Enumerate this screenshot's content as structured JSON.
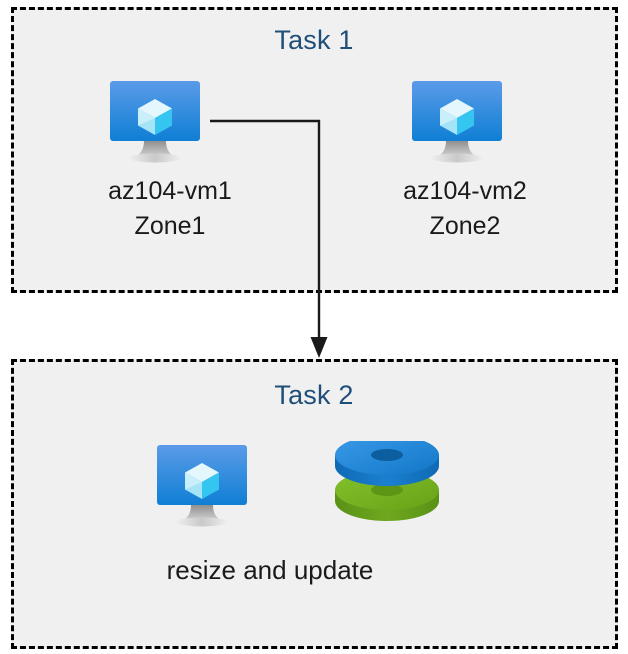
{
  "diagram": {
    "type": "azure-task-flow-diagram",
    "background_color": "#ffffff",
    "groups": [
      {
        "id": "task1",
        "title": "Task 1",
        "fill_color": "#f0f0f0",
        "border_color": "#000000",
        "border_style": "dashed",
        "title_color": "#1f4e79"
      },
      {
        "id": "task2",
        "title": "Task 2",
        "fill_color": "#f0f0f0",
        "border_color": "#000000",
        "border_style": "dashed",
        "title_color": "#1f4e79"
      }
    ],
    "nodes": [
      {
        "id": "vm1",
        "icon": "azure-virtual-machine-icon",
        "name": "az104-vm1",
        "zone": "Zone1",
        "label": "az104-vm1\nZone1",
        "group": "task1"
      },
      {
        "id": "vm2",
        "icon": "azure-virtual-machine-icon",
        "name": "az104-vm2",
        "zone": "Zone2",
        "label": "az104-vm2\nZone2",
        "group": "task1"
      },
      {
        "id": "vm3",
        "icon": "azure-virtual-machine-icon",
        "label": "",
        "group": "task2"
      },
      {
        "id": "disks",
        "icon": "azure-managed-disks-icon",
        "label": "",
        "group": "task2",
        "colors": {
          "top_disk": "#1e88d8",
          "bottom_disk": "#76b82a"
        }
      }
    ],
    "captions": {
      "task2_action": "resize and update"
    },
    "connectors": [
      {
        "id": "vm1-to-task2",
        "from": "vm1",
        "to": "task2",
        "color": "#1a1a1a",
        "arrow": "end"
      }
    ]
  },
  "colors": {
    "title_blue": "#1f4e79",
    "text_black": "#1a1a1a",
    "panel_gray": "#f0f0f0",
    "vm_blue_light": "#5b9be8",
    "vm_blue_dark": "#0f7fd4",
    "cube_light": "#d6f3fb",
    "cube_cyan": "#34c6f0",
    "disk_blue": "#1e88d8",
    "disk_green": "#76b82a"
  }
}
